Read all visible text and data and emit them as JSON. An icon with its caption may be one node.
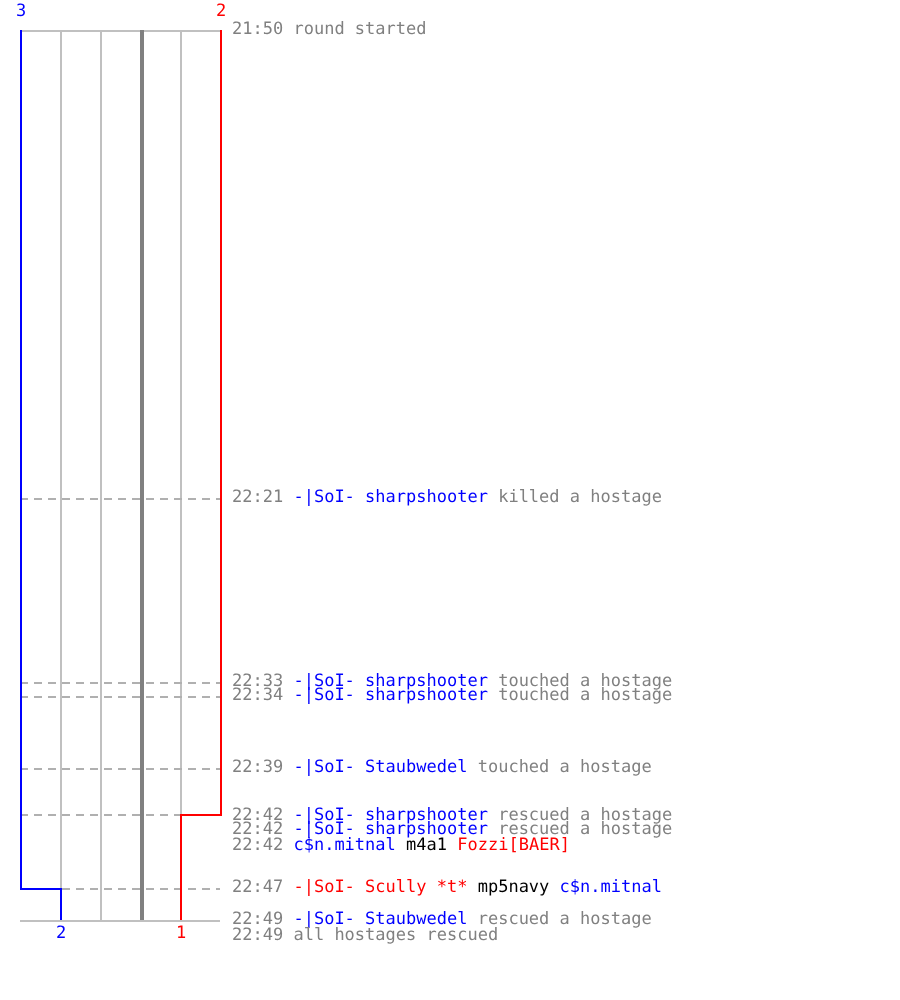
{
  "diagram": {
    "labels": [
      "3",
      "2",
      "21:50",
      "round started",
      "22:21",
      "-|SoI- sharpshooter",
      "killed a hostage",
      "22:33",
      "-|SoI- sharpshooter",
      "touched a hostage",
      "22:34",
      "-|SoI- sharpshooter",
      "touched a hostage",
      "22:39",
      "-|SoI- Staubwedel",
      "touched a hostage",
      "22:42",
      "-|SoI- sharpshooter",
      "rescued a hostage",
      "22:42",
      "-|SoI- sharpshooter",
      "rescued a hostage",
      "22:42",
      "c$n.mitnal",
      "m4a1",
      "Fozzi[BAER]",
      "22:47",
      "-|SoI- Scully *t*",
      "mp5navy",
      "c$n.mitnal",
      "22:49",
      "-|SoI- Staubwedel",
      "rescued a hostage",
      "2",
      "1",
      "22:49",
      "all hostages rescued"
    ]
  }
}
